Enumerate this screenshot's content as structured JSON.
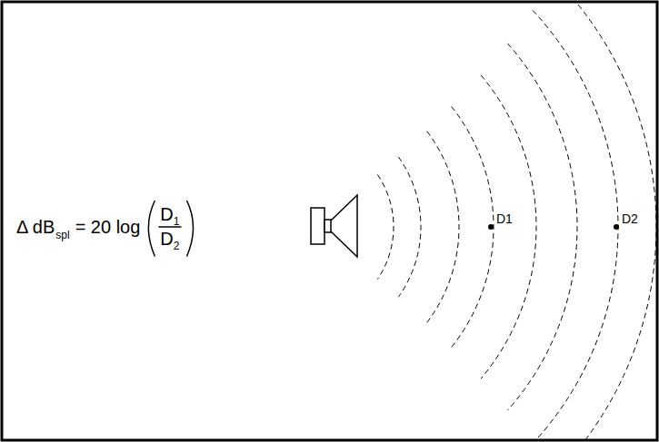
{
  "diagram": {
    "labels": [
      "Δ dB",
      "spl",
      "= 20 log",
      "D",
      "1",
      "D",
      "2",
      "D1",
      "D2"
    ]
  }
}
